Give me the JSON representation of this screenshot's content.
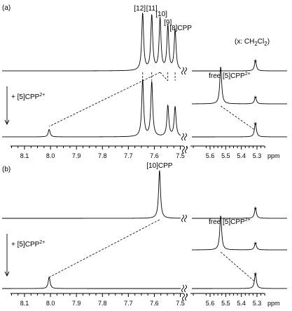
{
  "chart_data": [
    {
      "type": "line",
      "panel_label": "(a)",
      "xlabel": "ppm",
      "x_unit": "ppm",
      "x_axis_break": [
        7.45,
        5.62
      ],
      "xlim_left": [
        8.15,
        7.45
      ],
      "xlim_right": [
        5.62,
        5.25
      ],
      "ticks_left": [
        "8.1",
        "8.0",
        "7.9",
        "7.8",
        "7.7",
        "7.6",
        "7.5"
      ],
      "ticks_right": [
        "5.6",
        "5.5",
        "5.4",
        "5.3"
      ],
      "solvent_note": {
        "prefix": "(x: CH",
        "sub1": "2",
        "mid": "Cl",
        "sub2": "2",
        "suffix": ")"
      },
      "addition_label": {
        "prefix": "+ [5]CPP",
        "sup": "2+"
      },
      "free_label": {
        "prefix": "free [5]CPP",
        "sup": "2+"
      },
      "series": [
        {
          "name": "top",
          "peaks": [
            {
              "x": 7.645,
              "h": 1.0,
              "label": "[12]"
            },
            {
              "x": 7.61,
              "h": 0.96,
              "label": "[11]"
            },
            {
              "x": 7.578,
              "h": 0.9,
              "label": "[10]"
            },
            {
              "x": 7.548,
              "h": 0.77,
              "label": "[9]"
            },
            {
              "x": 7.52,
              "h": 0.71,
              "label": "[8]CPP"
            },
            {
              "x": 5.31,
              "h": 0.18,
              "solvent": true
            }
          ]
        },
        {
          "name": "middle",
          "peaks": [
            {
              "x": 5.532,
              "h": 0.65
            },
            {
              "x": 5.31,
              "h": 0.12,
              "solvent": true
            }
          ]
        },
        {
          "name": "bottom",
          "peaks": [
            {
              "x": 8.005,
              "h": 0.13
            },
            {
              "x": 7.645,
              "h": 1.0
            },
            {
              "x": 7.61,
              "h": 0.96
            },
            {
              "x": 7.548,
              "h": 0.54
            },
            {
              "x": 7.52,
              "h": 0.52
            },
            {
              "x": 5.31,
              "h": 0.24,
              "solvent": true
            }
          ]
        }
      ]
    },
    {
      "type": "line",
      "panel_label": "(b)",
      "xlabel": "ppm",
      "x_unit": "ppm",
      "x_axis_break": [
        7.45,
        5.62
      ],
      "xlim_left": [
        8.15,
        7.45
      ],
      "xlim_right": [
        5.62,
        5.25
      ],
      "ticks_left": [
        "8.1",
        "8.0",
        "7.9",
        "7.8",
        "7.7",
        "7.6",
        "7.5"
      ],
      "ticks_right": [
        "5.6",
        "5.5",
        "5.4",
        "5.3"
      ],
      "addition_label": {
        "prefix": "+ [5]CPP",
        "sup": "2+"
      },
      "free_label": {
        "prefix": "free [5]CPP",
        "sup": "2+"
      },
      "series": [
        {
          "name": "top",
          "peaks": [
            {
              "x": 7.58,
              "h": 0.84,
              "label": "[10]CPP"
            },
            {
              "x": 5.31,
              "h": 0.18,
              "solvent": true
            }
          ]
        },
        {
          "name": "middle",
          "peaks": [
            {
              "x": 5.532,
              "h": 0.6
            },
            {
              "x": 5.31,
              "h": 0.12,
              "solvent": true
            }
          ]
        },
        {
          "name": "bottom",
          "peaks": [
            {
              "x": 8.005,
              "h": 0.2
            },
            {
              "x": 5.31,
              "h": 0.26,
              "solvent": true
            }
          ]
        }
      ]
    }
  ]
}
